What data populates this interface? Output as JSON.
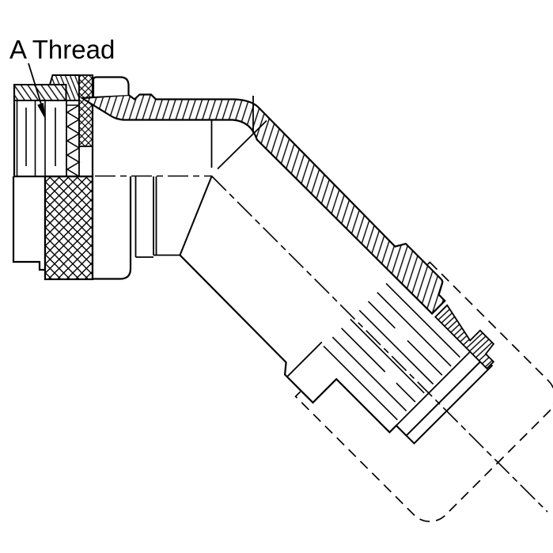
{
  "drawing": {
    "type": "technical-line-drawing",
    "subject": "45-degree angled circular connector backshell, half-section side view",
    "background_color": "#ffffff",
    "line_color": "#000000",
    "callout": {
      "label": "A Thread",
      "points_to": "external thread on connector front shell"
    },
    "features": [
      "a-thread-section",
      "thread-profile-zigzag",
      "coupling-nut-knurl",
      "sectioned-shell-wall-hatched",
      "45-degree-elbow-body",
      "rear-accessory-thread",
      "end-nut-section",
      "phantom-accessory-envelope",
      "horizontal-centerline",
      "diagonal-centerline"
    ]
  }
}
